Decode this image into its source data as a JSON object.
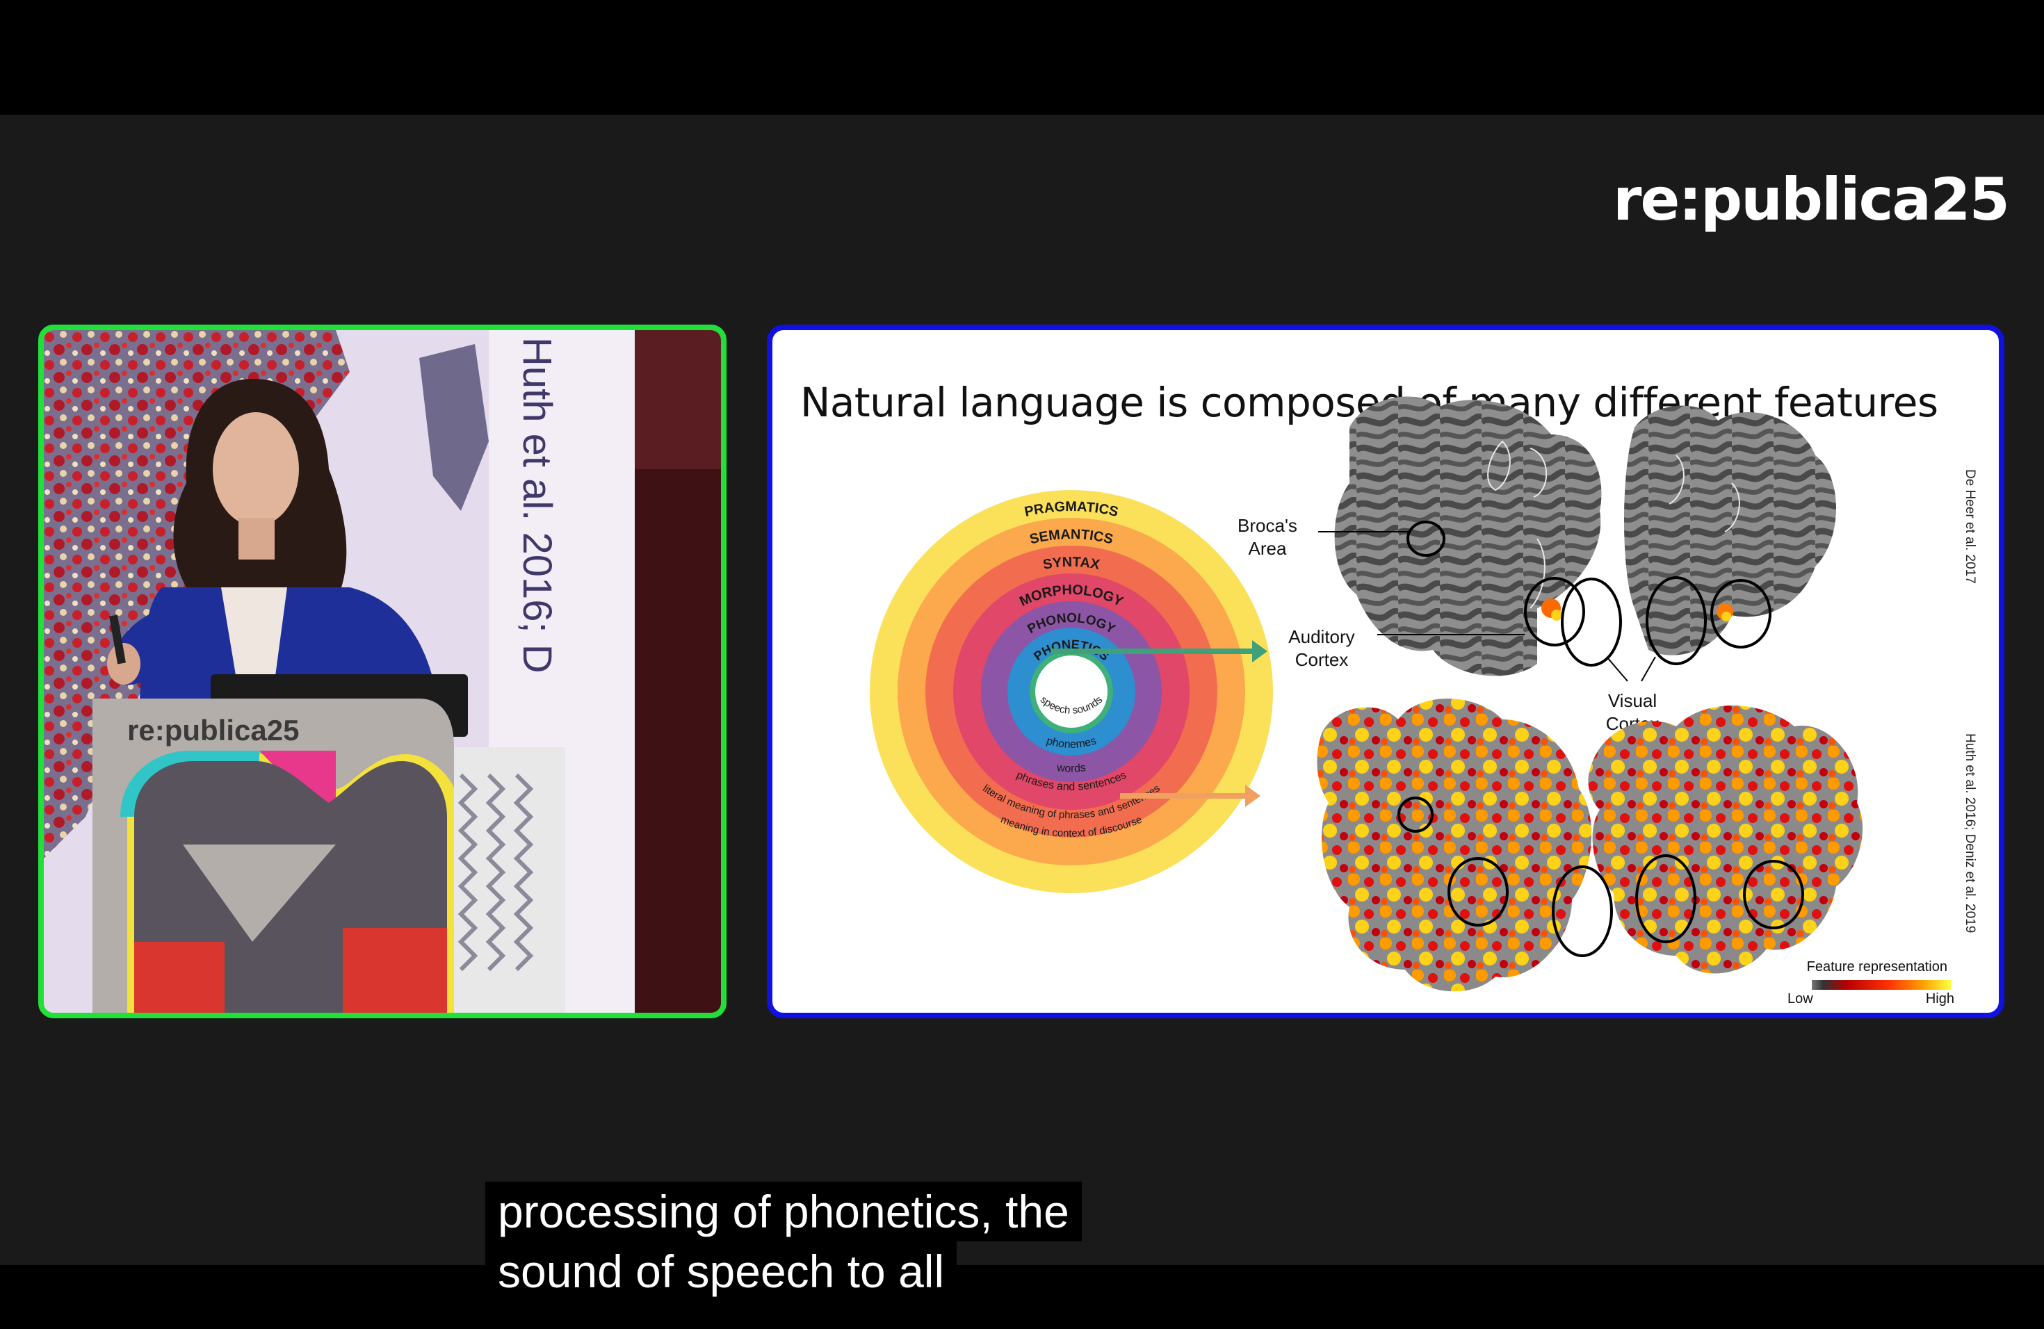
{
  "brand": {
    "logo": "re:publica25",
    "podium_logo": "re:publica25"
  },
  "camera": {
    "backdrop_text": "Huth et al. 2016; D"
  },
  "slide": {
    "title": "Natural language is composed of many different features",
    "rings": [
      {
        "label": "PRAGMATICS",
        "color": "#fbe05a"
      },
      {
        "label": "SEMANTICS",
        "color": "#fba94c"
      },
      {
        "label": "SYNTAX",
        "color": "#f26d4f"
      },
      {
        "label": "MORPHOLOGY",
        "color": "#e04768"
      },
      {
        "label": "PHONOLOGY",
        "color": "#8d55a6"
      },
      {
        "label": "PHONETICS",
        "color": "#2d8ed0"
      }
    ],
    "center_ring_color": "#3fb079",
    "inner_labels": [
      "speech sounds",
      "phonemes",
      "words",
      "phrases and sentences",
      "literal meaning of phrases and sentences",
      "meaning in context of discourse"
    ],
    "region_labels": {
      "broca_line1": "Broca's",
      "broca_line2": "Area",
      "auditory_line1": "Auditory",
      "auditory_line2": "Cortex",
      "visual_line1": "Visual",
      "visual_line2": "Cortex"
    },
    "citations": {
      "top": "De Heer et al. 2017",
      "bottom": "Huth et al. 2016; Deniz et al. 2019"
    },
    "legend": {
      "title": "Feature representation",
      "low": "Low",
      "high": "High"
    }
  },
  "subtitles": {
    "line1": "processing of phonetics, the",
    "line2": "sound of speech to all"
  },
  "colors": {
    "camera_border": "#22e03a",
    "slide_border": "#1010e0",
    "background": "#1a1a1a"
  }
}
